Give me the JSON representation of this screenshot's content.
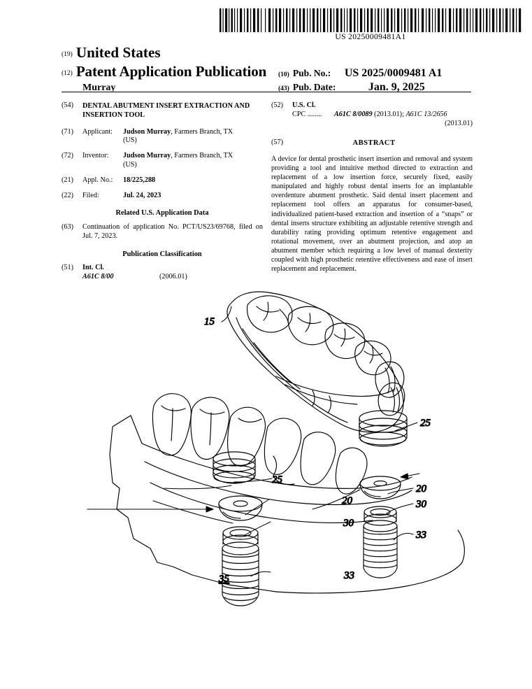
{
  "barcode": {
    "number": "US 20250009481A1",
    "icon": "barcode-icon"
  },
  "header": {
    "code_19": "(19)",
    "country": "United States",
    "code_12": "(12)",
    "doc_type": "Patent Application Publication",
    "author": "Murray",
    "code_10": "(10)",
    "pub_no_label": "Pub. No.:",
    "pub_no_value": "US 2025/0009481 A1",
    "code_43": "(43)",
    "pub_date_label": "Pub. Date:",
    "pub_date_value": "Jan. 9, 2025"
  },
  "left_column": {
    "title_code": "(54)",
    "title": "DENTAL ABUTMENT INSERT EXTRACTION AND INSERTION TOOL",
    "applicant_code": "(71)",
    "applicant_label": "Applicant:",
    "applicant_name": "Judson Murray",
    "applicant_rest": ", Farmers Branch, TX",
    "applicant_line2": "(US)",
    "inventor_code": "(72)",
    "inventor_label": "Inventor:",
    "inventor_name": "Judson Murray",
    "inventor_rest": ", Farmers Branch, TX",
    "inventor_line2": "(US)",
    "appl_no_code": "(21)",
    "appl_no_label": "Appl. No.:",
    "appl_no_value": "18/225,288",
    "filed_code": "(22)",
    "filed_label": "Filed:",
    "filed_value": "Jul. 24, 2023",
    "related_heading": "Related U.S. Application Data",
    "continuation_code": "(63)",
    "continuation_text": "Continuation of application No. PCT/US23/69768, filed on Jul. 7, 2023.",
    "pub_class_heading": "Publication Classification",
    "int_cl_code": "(51)",
    "int_cl_label": "Int. Cl.",
    "int_cl_value": "A61C 8/00",
    "int_cl_date": "(2006.01)"
  },
  "right_column": {
    "us_cl_code": "(52)",
    "us_cl_label": "U.S. Cl.",
    "cpc_lead": "CPC ........",
    "cpc_value1": "A61C 8/0089",
    "cpc_date1": "(2013.01);",
    "cpc_value2": "A61C 13/2656",
    "cpc_date2": "(2013.01)",
    "abstract_code": "(57)",
    "abstract_heading": "ABSTRACT",
    "abstract_text": "A device for dental prosthetic insert insertion and removal and system providing a tool and intuitive method directed to extraction and replacement of a low insertion force, securely fixed, easily manipulated and highly robust dental inserts for an implantable overdenture abutment prosthetic. Said dental insert placement and replacement tool offers an apparatus for consumer-based, individualized patient-based extraction and insertion of a “snaps” or dental inserts structure exhibiting an adjustable retentive strength and durability rating providing optimum retentive engagement and rotational movement, over an abutment projection, and atop an abutment member which requiring a low level of manual dexterity coupled with high prosthetic retentive effectiveness and ease of insert replacement and replacement."
  },
  "drawing": {
    "description": "Perspective line drawing of a dental overdenture lifted above a gum ridge with two abutment inserts, two abutment caps and two threaded implant screws",
    "reference_numerals": [
      {
        "label": "15",
        "meaning": "overdenture-prosthetic"
      },
      {
        "label": "25",
        "meaning": "dental-insert-upper"
      },
      {
        "label": "25",
        "meaning": "dental-insert-lower"
      },
      {
        "label": "20",
        "meaning": "abutment-cap-left"
      },
      {
        "label": "20",
        "meaning": "abutment-cap-right"
      },
      {
        "label": "30",
        "meaning": "abutment-projection-left"
      },
      {
        "label": "30",
        "meaning": "abutment-projection-right"
      },
      {
        "label": "33",
        "meaning": "implant-screw-left"
      },
      {
        "label": "33",
        "meaning": "implant-screw-right"
      },
      {
        "label": "35",
        "meaning": "gum-ridge"
      }
    ]
  }
}
